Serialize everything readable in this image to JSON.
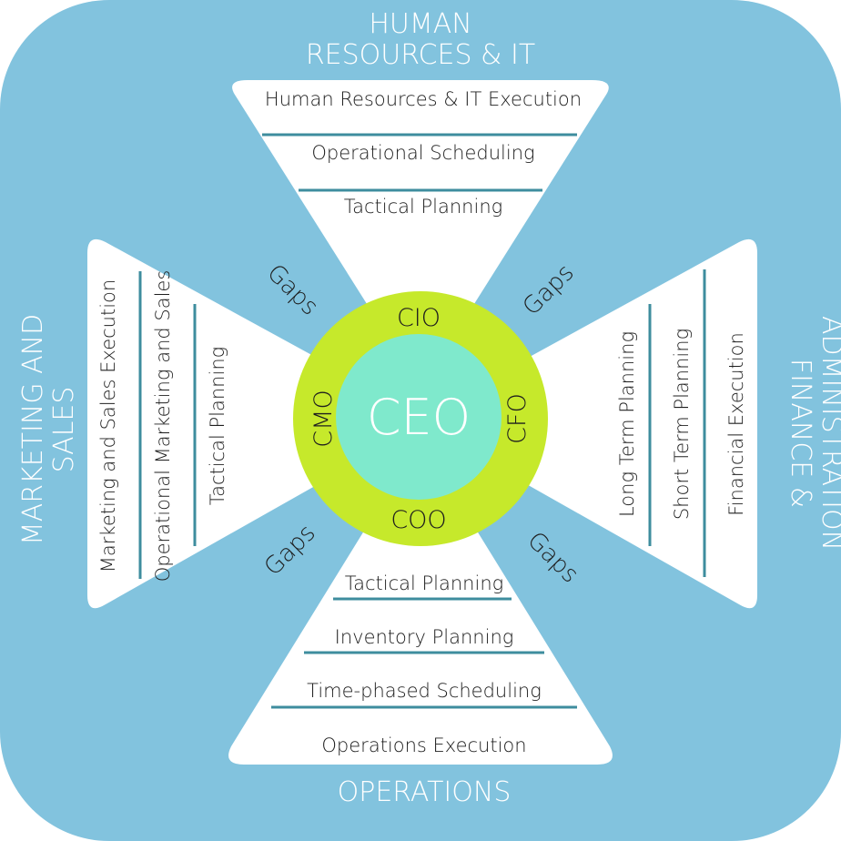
{
  "colors": {
    "background": "#82C3DE",
    "ring": "#C6E92B",
    "core": "#7FE9CC",
    "panel": "#FFFFFF",
    "divider": "#3E8D9E",
    "title_text": "#FFFFFF",
    "body_text": "#1E1E1E"
  },
  "sections": {
    "top": {
      "title_line1": "HUMAN",
      "title_line2": "RESOURCES & IT",
      "layers": [
        "Human Resources & IT Execution",
        "Operational Scheduling",
        "Tactical Planning"
      ]
    },
    "bottom": {
      "title": "OPERATIONS",
      "layers": [
        "Tactical Planning",
        "Inventory Planning",
        "Time-phased Scheduling",
        "Operations Execution"
      ]
    },
    "left": {
      "title_line1": "MARKETING AND",
      "title_line2": "SALES",
      "layers": [
        "Marketing and Sales Execution",
        "Operational Marketing and Sales",
        "Tactical Planning"
      ]
    },
    "right": {
      "title_line1": "FINANCE &",
      "title_line2": "ADMINISTRATION",
      "layers": [
        "Long Term Planning",
        "Short Term Planning",
        "Financial Execution"
      ]
    }
  },
  "center": {
    "core": "CEO",
    "roles": {
      "top": "CIO",
      "bottom": "COO",
      "left": "CMO",
      "right": "CFO"
    }
  },
  "gaps": {
    "top_left": "Gaps",
    "top_right": "Gaps",
    "bottom_left": "Gaps",
    "bottom_right": "Gaps"
  }
}
